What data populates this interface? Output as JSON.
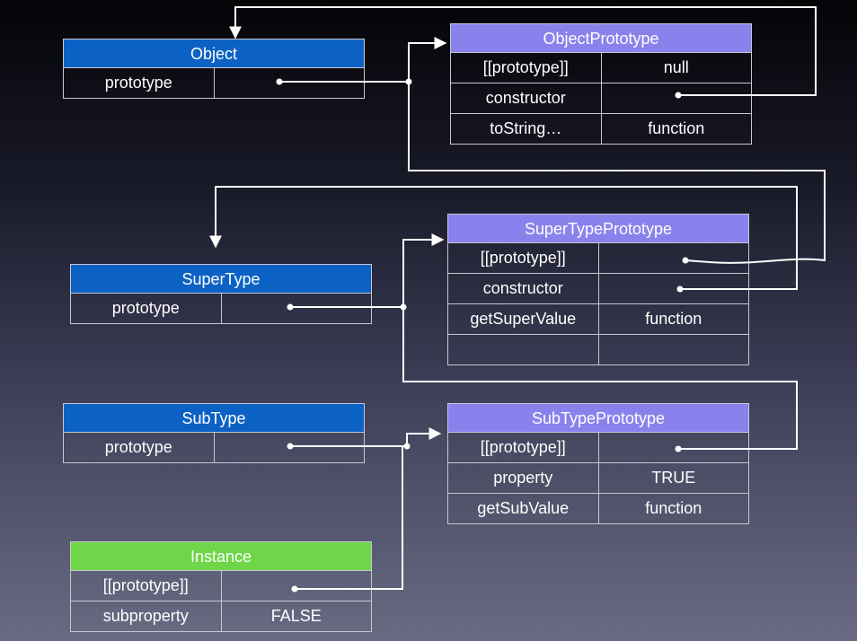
{
  "colors": {
    "blue_header": "#0c62c4",
    "purple_header": "#8a82ec",
    "green_header": "#6fd64a",
    "lines": "#ffffff"
  },
  "object": {
    "title": "Object",
    "rows": [
      {
        "key": "prototype",
        "value": ""
      }
    ]
  },
  "object_prototype": {
    "title": "ObjectPrototype",
    "rows": [
      {
        "key": "[[prototype]]",
        "value": "null"
      },
      {
        "key": "constructor",
        "value": ""
      },
      {
        "key": "toString…",
        "value": "function"
      }
    ]
  },
  "super_type": {
    "title": "SuperType",
    "rows": [
      {
        "key": "prototype",
        "value": ""
      }
    ]
  },
  "super_type_prototype": {
    "title": "SuperTypePrototype",
    "rows": [
      {
        "key": "[[prototype]]",
        "value": ""
      },
      {
        "key": "constructor",
        "value": ""
      },
      {
        "key": "getSuperValue",
        "value": "function"
      },
      {
        "key": "",
        "value": ""
      }
    ]
  },
  "sub_type": {
    "title": "SubType",
    "rows": [
      {
        "key": "prototype",
        "value": ""
      }
    ]
  },
  "sub_type_prototype": {
    "title": "SubTypePrototype",
    "rows": [
      {
        "key": "[[prototype]]",
        "value": ""
      },
      {
        "key": "property",
        "value": "TRUE"
      },
      {
        "key": "getSubValue",
        "value": "function"
      }
    ]
  },
  "instance": {
    "title": "Instance",
    "rows": [
      {
        "key": "[[prototype]]",
        "value": ""
      },
      {
        "key": "subproperty",
        "value": "FALSE"
      }
    ]
  }
}
